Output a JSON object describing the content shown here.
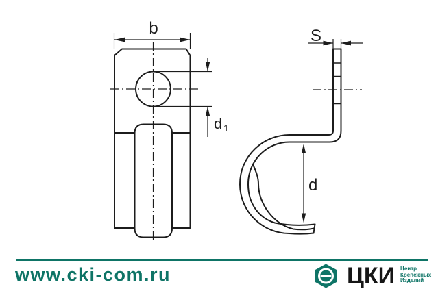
{
  "page": {
    "background": "#ffffff",
    "accent_color": "#0E7466",
    "line_color": "#1c1c1c"
  },
  "drawing": {
    "front_view": {
      "dim_width_label": "b",
      "dim_hole_label": "d",
      "dim_hole_sub": "1"
    },
    "side_view": {
      "dim_thickness_label": "S",
      "dim_inner_diameter_label": "d"
    }
  },
  "footer": {
    "website": "www.cki-com.ru",
    "logo": {
      "abbr": "ЦКИ",
      "caption_lines": [
        "Центр",
        "Крепежных",
        "Изделий"
      ]
    }
  }
}
